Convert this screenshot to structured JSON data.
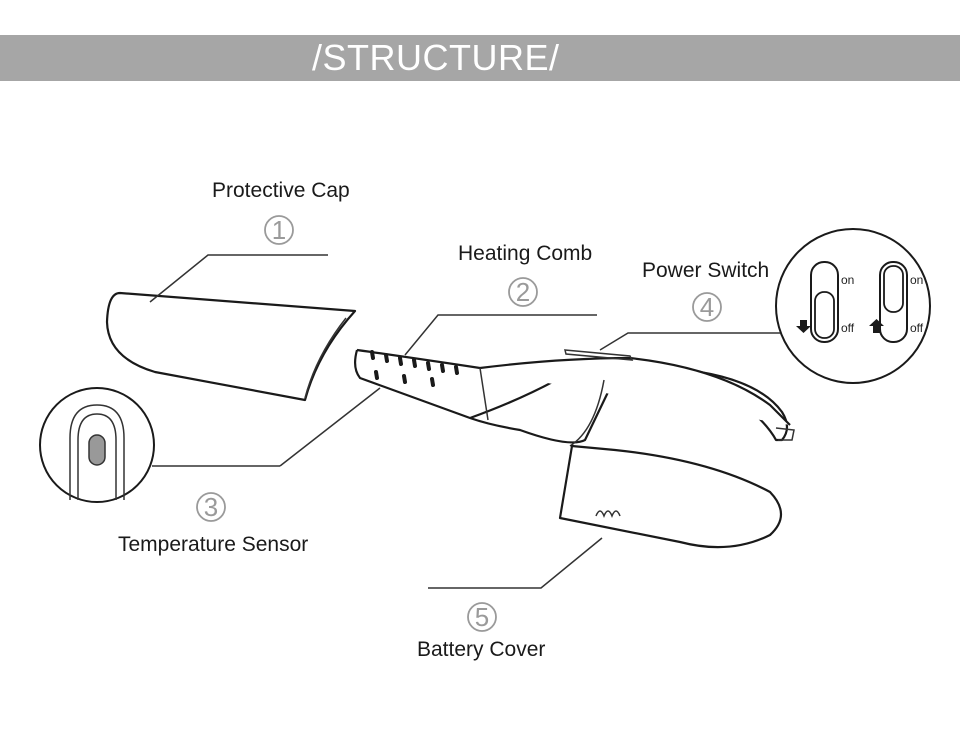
{
  "header": {
    "title": "/STRUCTURE/"
  },
  "parts": [
    {
      "number": "1",
      "label": "Protective Cap"
    },
    {
      "number": "2",
      "label": "Heating Comb"
    },
    {
      "number": "3",
      "label": "Temperature Sensor"
    },
    {
      "number": "4",
      "label": "Power Switch"
    },
    {
      "number": "5",
      "label": "Battery Cover"
    }
  ],
  "switch_labels": {
    "on": "on",
    "off": "off"
  },
  "colors": {
    "banner": "#a6a6a6",
    "banner_text": "#ffffff",
    "number": "#9a9a9a",
    "outline": "#1a1a1a",
    "sensor": "#999999"
  }
}
